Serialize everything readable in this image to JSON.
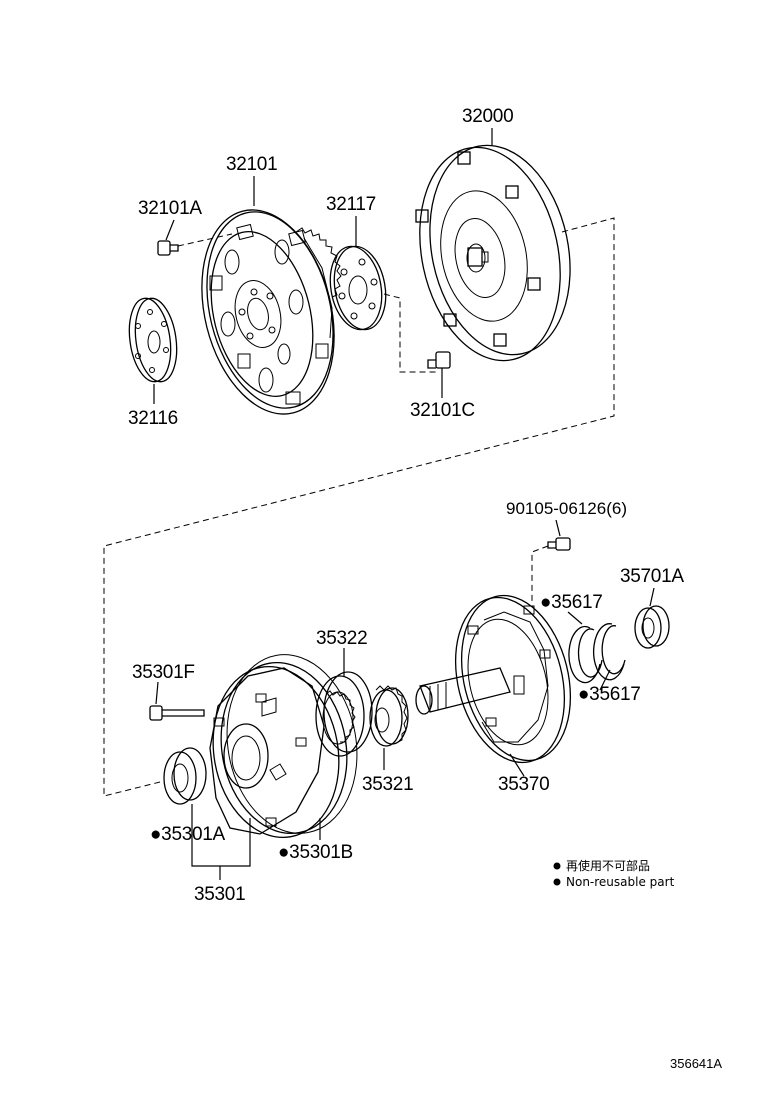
{
  "diagram": {
    "parts": {
      "p32000": "32000",
      "p32101": "32101",
      "p32101A": "32101A",
      "p32117": "32117",
      "p32116": "32116",
      "p32101C": "32101C",
      "p90105": "90105-06126(6)",
      "p35701A": "35701A",
      "p35617a": "●35617",
      "p35617b": "●35617",
      "p35322": "35322",
      "p35301F": "35301F",
      "p35321": "35321",
      "p35370": "35370",
      "p35301A": "●35301A",
      "p35301B": "●35301B",
      "p35301": "35301"
    },
    "legend": {
      "line_jp": "再使用不可部品",
      "line_en": "Non-reusable part"
    },
    "reference_id": "356641A"
  }
}
